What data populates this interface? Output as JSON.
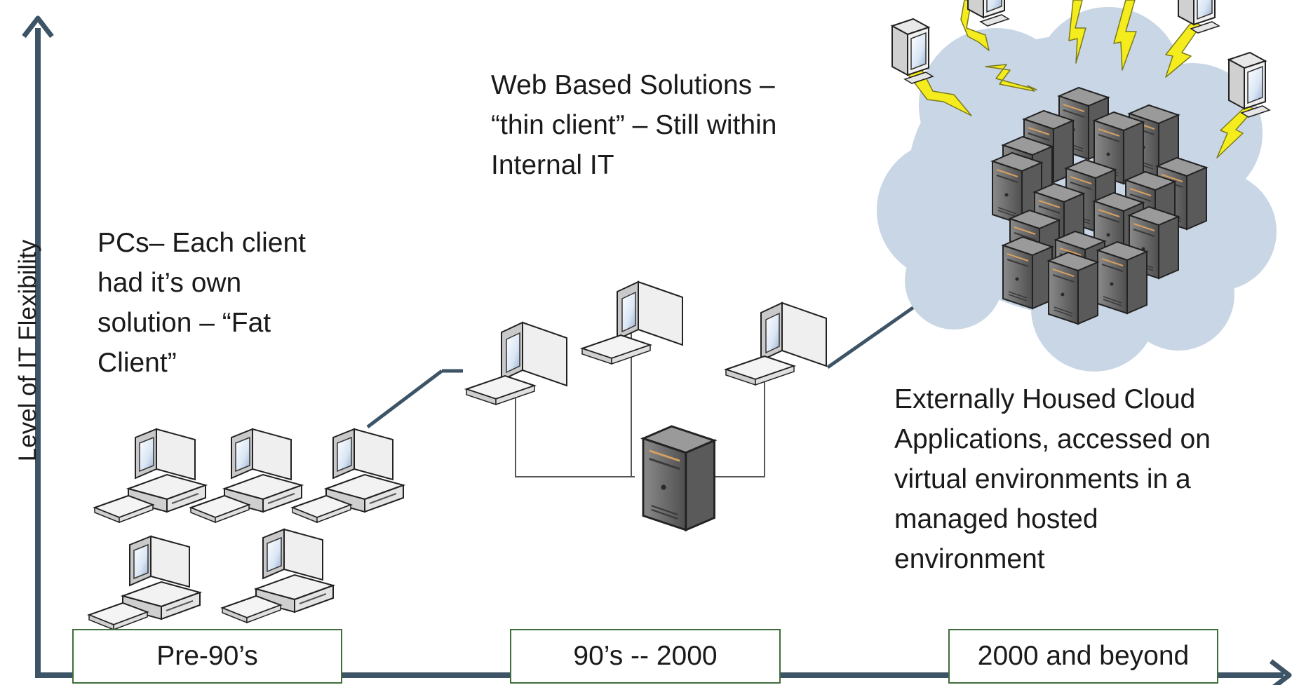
{
  "axis": {
    "y_label": "Level of IT Flexibility"
  },
  "notes": {
    "pcs": "PCs– Each client\nhad it’s own\nsolution – “Fat\nClient”",
    "web": "Web Based Solutions –\n“thin client” – Still within\nInternal IT",
    "cloud": "Externally Housed  Cloud\nApplications, accessed on\nvirtual environments in a\nmanaged hosted\nenvironment"
  },
  "eras": {
    "era1": "Pre-90’s",
    "era2": "90’s -- 2000",
    "era3": "2000 and beyond"
  },
  "colors": {
    "axis": "#3d5366",
    "cloud": "#c8d6e5",
    "lightning": "#f4ec1c",
    "era_border": "#3f6e3a",
    "server_dark": "#6b6b6b"
  },
  "icons": {
    "pc": "desktop-computer-icon",
    "monitor": "monitor-icon",
    "keyboard": "keyboard-icon",
    "server": "server-tower-icon",
    "cloud": "cloud-icon",
    "lightning": "lightning-bolt-icon"
  }
}
